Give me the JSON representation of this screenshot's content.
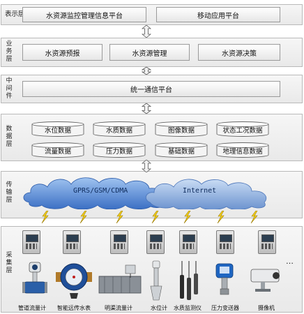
{
  "layers": {
    "presentation": {
      "label": "表示层",
      "items": [
        "水资源监控管理信息平台",
        "移动应用平台"
      ]
    },
    "business": {
      "label": "业务层",
      "items": [
        "水资源预报",
        "水资源管理",
        "水资源决策"
      ]
    },
    "middleware": {
      "label": "中间件",
      "items": [
        "统一通信平台"
      ]
    },
    "data": {
      "label": "数据层",
      "items": [
        "水位数据",
        "水质数据",
        "图像数据",
        "状态工况数据",
        "流量数据",
        "压力数据",
        "基础数据",
        "地理信息数据"
      ]
    },
    "transport": {
      "label": "传输层",
      "items": [
        "GPRS/GSM/CDMA",
        "Internet"
      ]
    },
    "acquisition": {
      "label": "采集层",
      "items": [
        "管道流量计",
        "智能远传水表",
        "明渠流量计",
        "水位计",
        "水质监测仪",
        "压力变送器",
        "摄像机"
      ],
      "more": "…"
    }
  }
}
